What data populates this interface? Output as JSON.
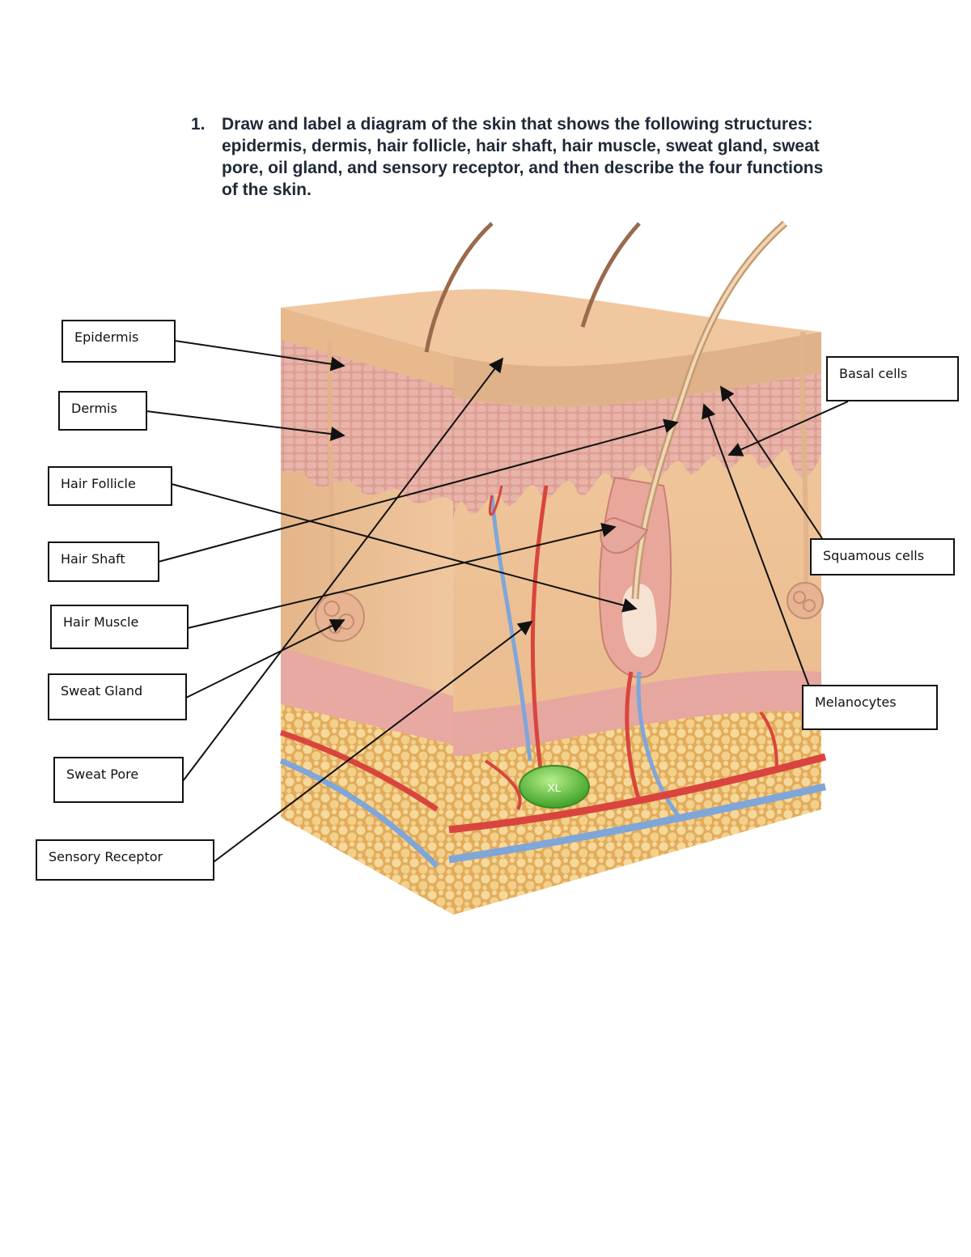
{
  "question": {
    "number": "1.",
    "text": "Draw and label a diagram of the skin that shows the following structures: epidermis, dermis, hair follicle, hair shaft, hair muscle, sweat gland, sweat pore, oil gland, and sensory receptor, and then describe the four functions of the skin."
  },
  "labels": {
    "epidermis": "Epidermis",
    "dermis": "Dermis",
    "hair_follicle": "Hair Follicle",
    "hair_shaft": "Hair Shaft",
    "hair_muscle": "Hair Muscle",
    "sweat_gland": "Sweat Gland",
    "sweat_pore": "Sweat Pore",
    "sensory_receptor": "Sensory Receptor",
    "basal_cells": "Basal cells",
    "squamous_cells": "Squamous cells",
    "melanocytes": "Melanocytes"
  },
  "receptor_marker": "XL",
  "colors": {
    "epidermis": "#e9c09a",
    "dermis": "#dd9f94",
    "hypodermis": "#edc27b",
    "fat_cell": "#f6d99a",
    "artery": "#d9453e",
    "vein": "#7fa6d9",
    "receptor": "#5dbd3e"
  }
}
